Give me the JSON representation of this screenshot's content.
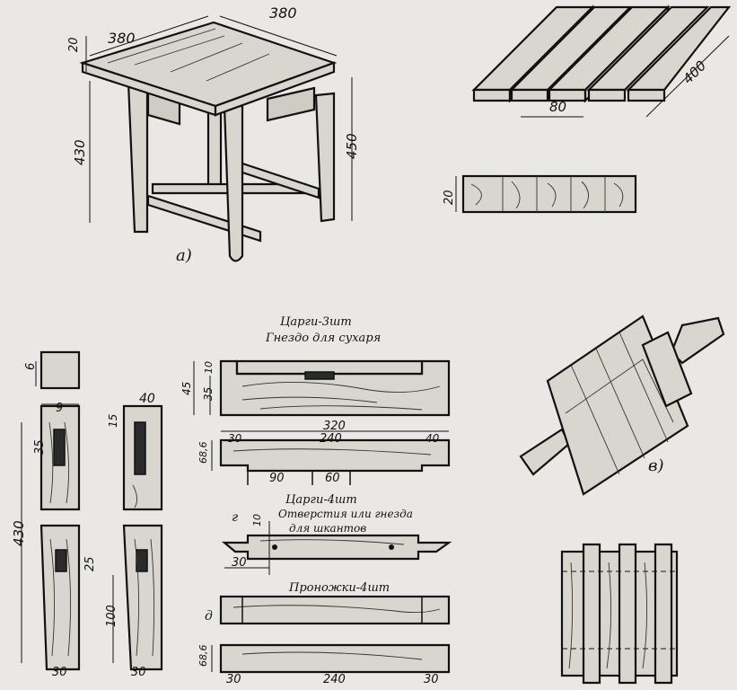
{
  "labels": {
    "top_width": "380",
    "top_depth": "380",
    "top_thickness": "20",
    "leg_height_inner": "430",
    "total_height": "450",
    "fig_a": "а)",
    "slat_width": "80",
    "slat_length": "400",
    "slat_thickness": "20",
    "tsargi_title": "Царги-3шт",
    "tsargi_subtitle": "Гнездо для сухаря",
    "dim_10": "10",
    "dim_35": "35",
    "dim_45": "45",
    "dim_6": "6",
    "dim_9": "9",
    "dim_40": "40",
    "dim_15": "15",
    "dim_35b": "35",
    "leg_length": "430",
    "dim_25": "25",
    "dim_100": "100",
    "dim_30a": "30",
    "dim_30b": "30",
    "dim_320": "320",
    "dim_240": "240",
    "dim_30c": "30",
    "dim_40b": "40",
    "dim_686": "68,6",
    "dim_90": "90",
    "dim_60": "60",
    "tsargi4_title": "Царги-4шт",
    "tsargi4_sub1": "Отверстия или гнезда",
    "tsargi4_sub2": "для шкантов",
    "fig_g": "г",
    "dim_10b": "10",
    "dim_30d": "30",
    "pronozhki_title": "Проножки-4шт",
    "fig_d": "д",
    "dim_686b": "68,6",
    "dim_30e": "30",
    "dim_240b": "240",
    "dim_30f": "30",
    "fig_v": "в)"
  }
}
